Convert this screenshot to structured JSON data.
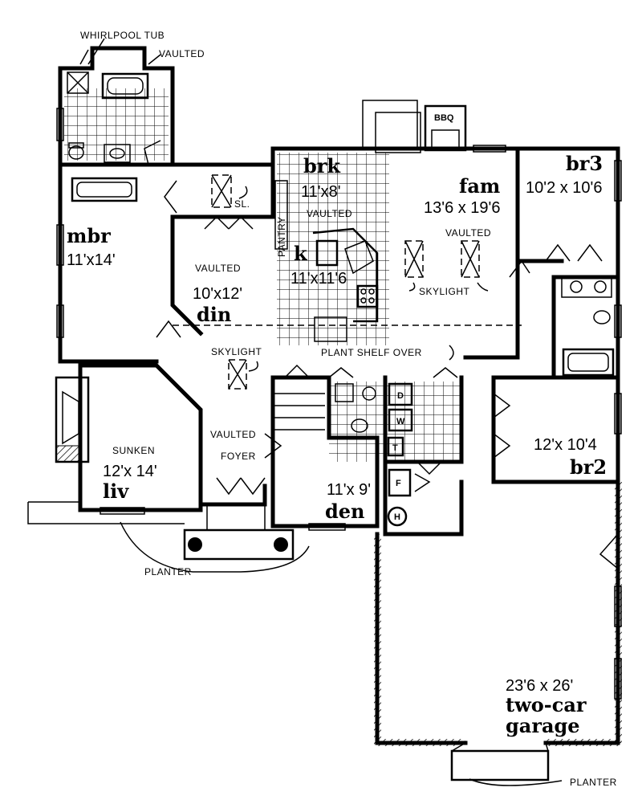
{
  "rooms": {
    "mbr": {
      "name": "mbr",
      "size": "11'x14'"
    },
    "din": {
      "note": "VAULTED",
      "size": "10'x12'",
      "name": "din"
    },
    "brk": {
      "name": "brk",
      "size": "11'x8'",
      "note": "VAULTED"
    },
    "k": {
      "name": "k",
      "size": "11'x11'6"
    },
    "fam": {
      "name": "fam",
      "size": "13'6 x 19'6",
      "note": "VAULTED"
    },
    "br3": {
      "name": "br3",
      "size": "10'2 x 10'6"
    },
    "br2": {
      "size": "12'x 10'4",
      "name": "br2"
    },
    "liv": {
      "note": "SUNKEN",
      "size": "12'x 14'",
      "name": "liv"
    },
    "foyer": {
      "note": "VAULTED",
      "name": "FOYER"
    },
    "den": {
      "size": "11'x 9'",
      "name": "den"
    },
    "garage": {
      "size": "23'6 x 26'",
      "name_line1": "two-car",
      "name_line2": "garage"
    }
  },
  "annotations": {
    "whirlpool_tub": "WHIRLPOOL TUB",
    "bath_vaulted": "VAULTED",
    "sl": "SL.",
    "pantry": "PANTRY",
    "skylight_fam": "SKYLIGHT",
    "skylight_hall": "SKYLIGHT",
    "plant_shelf": "PLANT SHELF OVER",
    "planter_front": "PLANTER",
    "planter_garage": "PLANTER"
  },
  "appliances": {
    "bbq": "BBQ",
    "dryer": "D",
    "washer": "W",
    "water_heater": "T",
    "furnace": "F",
    "hvac": "H"
  }
}
